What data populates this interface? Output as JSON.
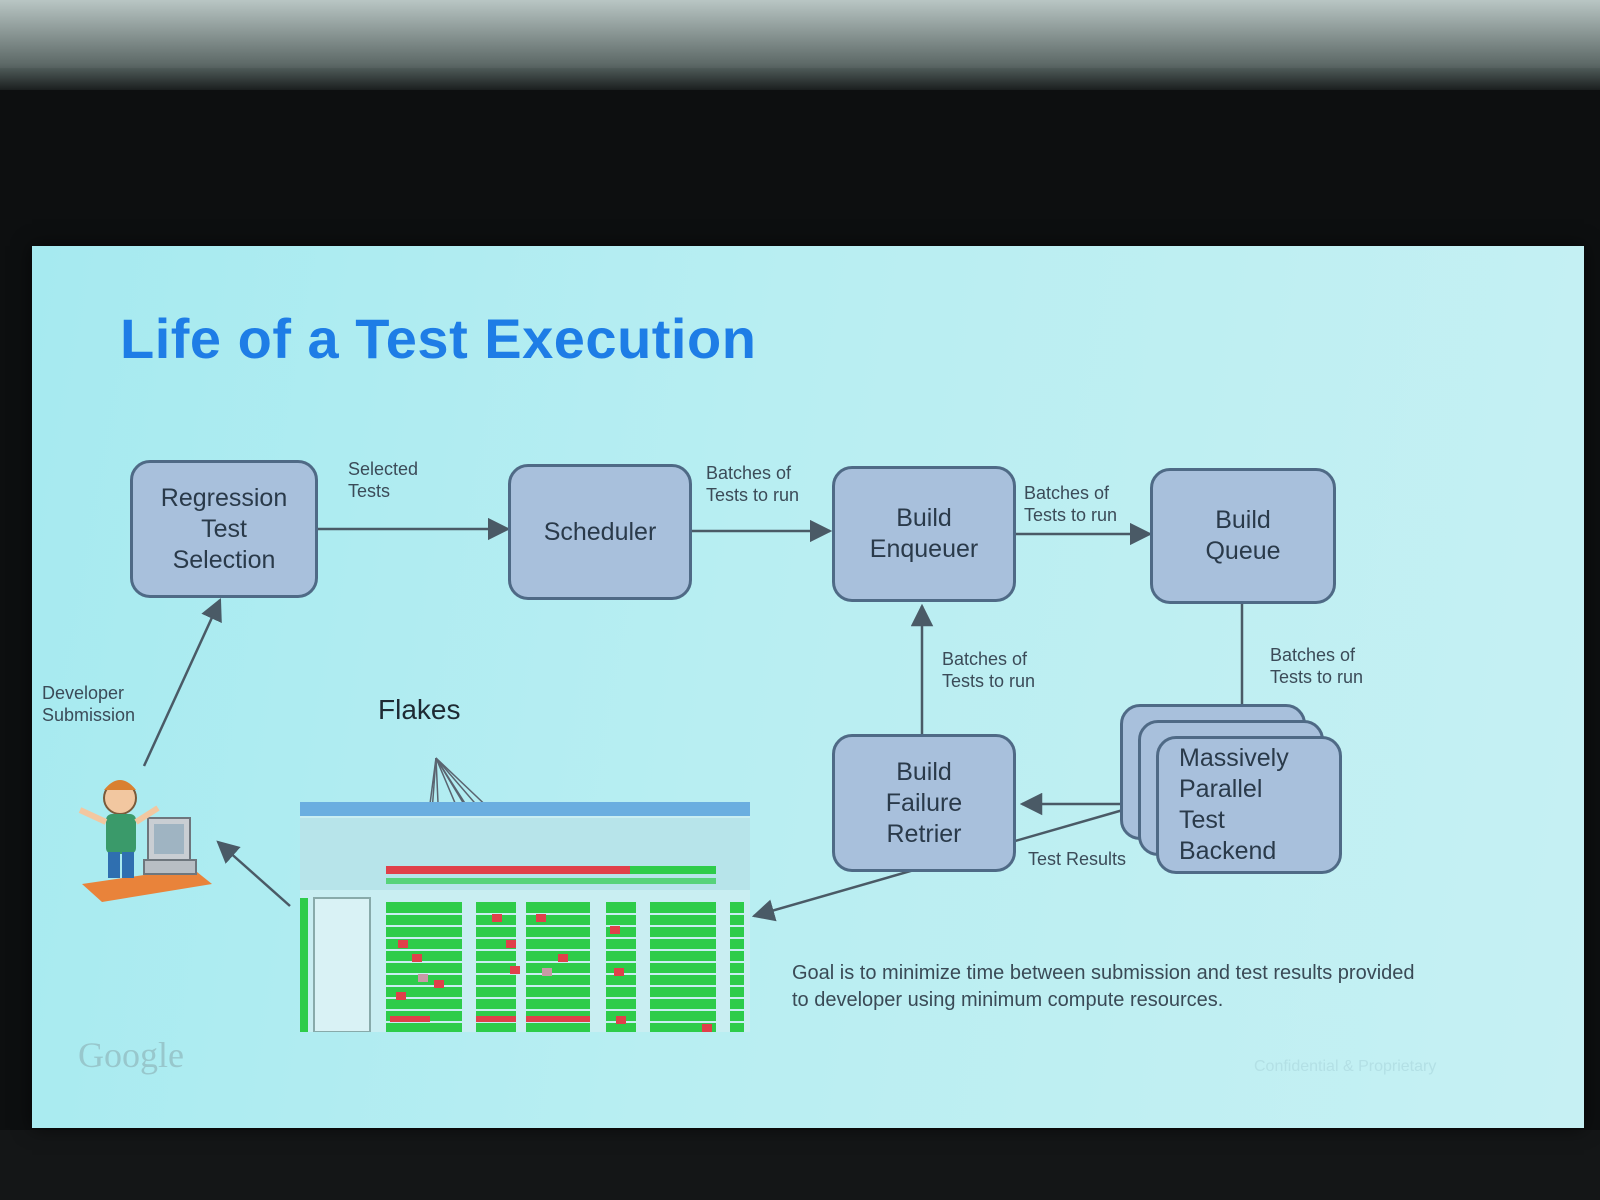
{
  "slide": {
    "title": "Life of a Test Execution",
    "logo": "Google",
    "footer": "Confidential & Proprietary",
    "goal": "Goal is to minimize time between submission and test results provided to developer using minimum compute resources."
  },
  "nodes": {
    "regression": "Regression\nTest\nSelection",
    "scheduler": "Scheduler",
    "enqueuer": "Build\nEnqueuer",
    "queue": "Build\nQueue",
    "backend": "Massively\nParallel\nTest\nBackend",
    "retrier": "Build\nFailure\nRetrier"
  },
  "edges": {
    "selected_tests": "Selected\nTests",
    "batches_1": "Batches of\nTests to run",
    "batches_2": "Batches of\nTests to run",
    "batches_3": "Batches of\nTests to run",
    "batches_4": "Batches of\nTests to run",
    "test_results": "Test Results",
    "developer_submission": "Developer\nSubmission"
  },
  "flakes": {
    "label": "Flakes"
  },
  "colors": {
    "title": "#1e7de6",
    "box_fill": "#a8c0dc",
    "box_border": "#4f6a86",
    "pass": "#2ecc4a",
    "fail": "#e0404a"
  },
  "icons": [
    "developer-at-computer-icon",
    "test-dashboard-screenshot"
  ]
}
